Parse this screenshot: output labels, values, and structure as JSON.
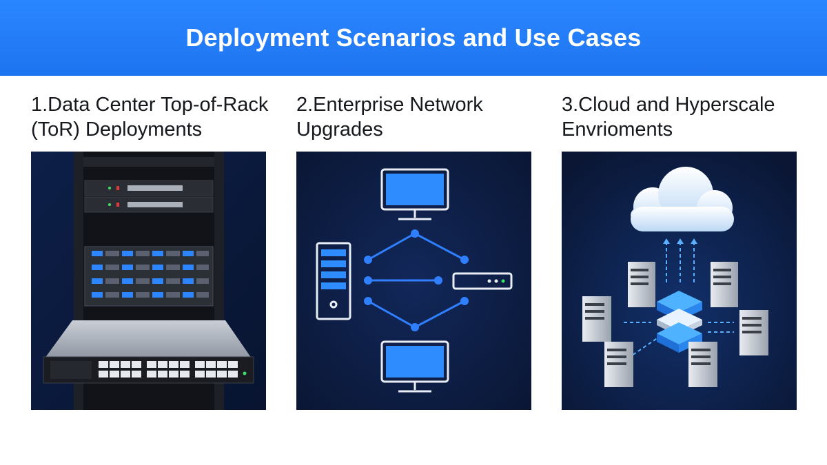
{
  "header": {
    "title": "Deployment Scenarios and Use Cases"
  },
  "columns": [
    {
      "title_line1": "1.Data Center Top-of-Rack",
      "title_line2": "(ToR) Deployments",
      "illustration": "server-rack-with-switch"
    },
    {
      "title_line1": "2.Enterprise Network",
      "title_line2": "Upgrades",
      "illustration": "network-topology-diagram"
    },
    {
      "title_line1": "3.Cloud and Hyperscale",
      "title_line2": "Envrioments",
      "illustration": "cloud-hyperscale-servers"
    }
  ],
  "colors": {
    "header_blue": "#1e74f0",
    "panel_navy": "#0b1a3a",
    "accent_blue": "#2f7fff",
    "cloud_light": "#dcecff"
  }
}
